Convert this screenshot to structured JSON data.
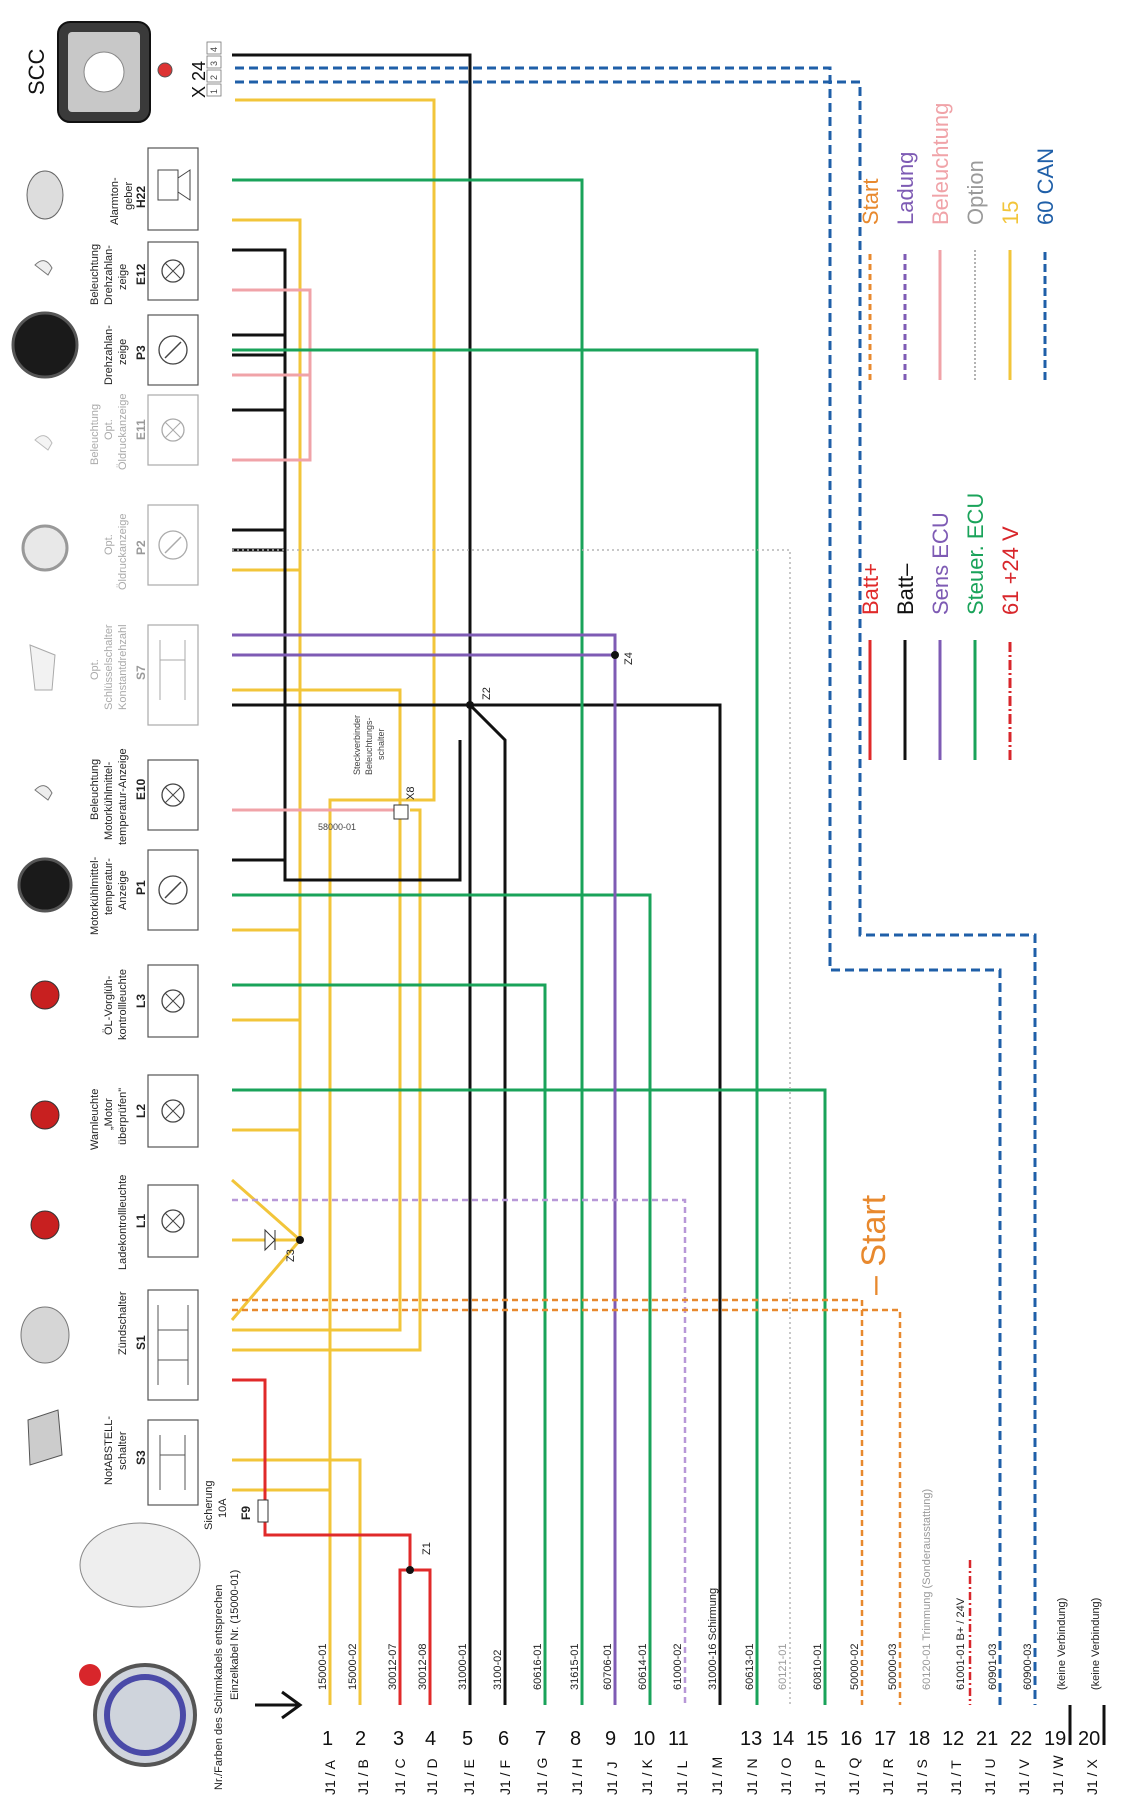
{
  "header": {
    "scc": "SCC",
    "x24": "X 24",
    "x24_pins": [
      "1",
      "2",
      "3",
      "4"
    ],
    "note_line1": "Nr./Farben des Schirmkabels entsprechen",
    "note_line2": "Einzelkabel Nr. (15000-01)"
  },
  "components": [
    {
      "code": "H22",
      "name": [
        "Alarmton-",
        "geber"
      ]
    },
    {
      "code": "E12",
      "name": [
        "Beleuchtung",
        "Drehzahlan-",
        "zeige"
      ]
    },
    {
      "code": "P3",
      "name": [
        "Drehzahlan-",
        "zeige"
      ]
    },
    {
      "code": "E11",
      "name": [
        "Beleuchtung",
        "Opt.",
        "Öldruckanzeige"
      ]
    },
    {
      "code": "P2",
      "name": [
        "Opt.",
        "Öldruckanzeige"
      ]
    },
    {
      "code": "S7",
      "name": [
        "Opt.",
        "Schlüsselschalter",
        "Konstantdrehzahl"
      ]
    },
    {
      "code": "E10",
      "name": [
        "Beleuchtung",
        "Motorkühlmittel-",
        "temperatur-Anzeige"
      ]
    },
    {
      "code": "P1",
      "name": [
        "Motorkühlmittel-",
        "temperatur-",
        "Anzeige"
      ]
    },
    {
      "code": "L3",
      "name": [
        "ÖL-Vorglüh-",
        "kontrollleuchte"
      ]
    },
    {
      "code": "L2",
      "name": [
        "Warnleuchte",
        "„Motor",
        "überprüfen\""
      ]
    },
    {
      "code": "L1",
      "name": [
        "Ladekontrollleuchte"
      ]
    },
    {
      "code": "S1",
      "name": [
        "Zündschalter"
      ]
    },
    {
      "code": "S3",
      "name": [
        "NotABSTELL-",
        "schalter"
      ]
    },
    {
      "code": "F9",
      "name": [
        "Sicherung",
        "10A"
      ]
    }
  ],
  "connectors": {
    "x8": "X8",
    "x8_label": [
      "Steckverbinder",
      "Beleuchtungs-",
      "schalter"
    ],
    "x8_wire": "58000-01",
    "z1": "Z1",
    "z2": "Z2",
    "z3": "Z3",
    "z4": "Z4"
  },
  "pins": [
    {
      "num": "1",
      "j": "J1 / A",
      "wire": "15000-01"
    },
    {
      "num": "2",
      "j": "J1 / B",
      "wire": "15000-02"
    },
    {
      "num": "3",
      "j": "J1 / C",
      "wire": "30012-07"
    },
    {
      "num": "4",
      "j": "J1 / D",
      "wire": "30012-08"
    },
    {
      "num": "5",
      "j": "J1 / E",
      "wire": "31000-01"
    },
    {
      "num": "6",
      "j": "J1 / F",
      "wire": "3100-02"
    },
    {
      "num": "7",
      "j": "J1 / G",
      "wire": "60616-01"
    },
    {
      "num": "8",
      "j": "J1 / H",
      "wire": "31615-01"
    },
    {
      "num": "9",
      "j": "J1 / J",
      "wire": "60706-01"
    },
    {
      "num": "10",
      "j": "J1 / K",
      "wire": "60614-01"
    },
    {
      "num": "11",
      "j": "J1 / L",
      "wire": "61000-02"
    },
    {
      "num": "",
      "j": "J1 / M",
      "wire": "31000-16  Schirmung"
    },
    {
      "num": "13",
      "j": "J1 / N",
      "wire": "60613-01"
    },
    {
      "num": "14",
      "j": "J1 / O",
      "wire": "60121-01"
    },
    {
      "num": "15",
      "j": "J1 / P",
      "wire": "60810-01"
    },
    {
      "num": "16",
      "j": "J1 / Q",
      "wire": "50000-02"
    },
    {
      "num": "17",
      "j": "J1 / R",
      "wire": "50000-03"
    },
    {
      "num": "18",
      "j": "J1 / S",
      "wire": "60120-01  Trimmung (Sonderausstattung)"
    },
    {
      "num": "12",
      "j": "J1 / T",
      "wire": "61001-01  B+ / 24V"
    },
    {
      "num": "21",
      "j": "J1 / U",
      "wire": "60901-03"
    },
    {
      "num": "22",
      "j": "J1 / V",
      "wire": "60900-03"
    },
    {
      "num": "19",
      "j": "J1 / W",
      "wire": "(keine Verbindung)"
    },
    {
      "num": "20",
      "j": "J1 / X",
      "wire": "(keine Verbindung)"
    }
  ],
  "legend_right": [
    {
      "label": "Start",
      "color": "#e8892e"
    },
    {
      "label": "Ladung",
      "color": "#7e5bb4"
    },
    {
      "label": "Beleuchtung",
      "color": "#f0a3a8"
    },
    {
      "label": "Option",
      "color": "#9a9a9a"
    },
    {
      "label": "15",
      "color": "#f2c53a"
    },
    {
      "label": "60 CAN",
      "color": "#1f5fa8"
    }
  ],
  "legend_left": [
    {
      "label": "Batt+",
      "color": "#e02a2a"
    },
    {
      "label": "Batt–",
      "color": "#111111"
    },
    {
      "label": "Sens ECU",
      "color": "#7e5bb4"
    },
    {
      "label": "Steuer. ECU",
      "color": "#1aa35a"
    },
    {
      "label": "61 +24 V",
      "color": "#d8262b"
    }
  ],
  "start_callout": "– Start"
}
